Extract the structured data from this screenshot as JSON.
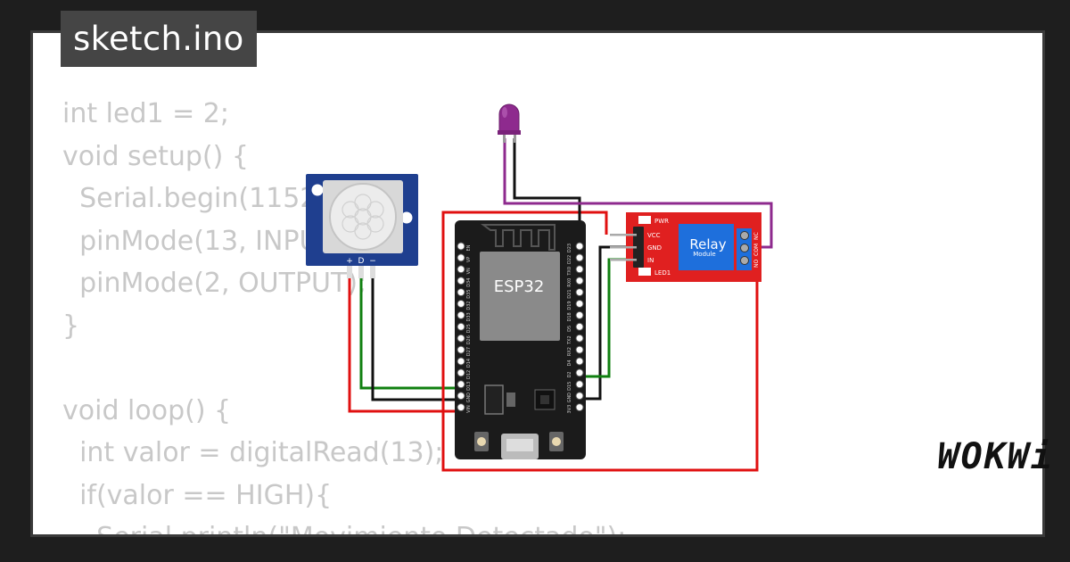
{
  "file_tab": {
    "label": "sketch.ino"
  },
  "code_lines": [
    "int led1 = 2;",
    "void setup() {",
    "  Serial.begin(1152",
    "  pinMode(13, INPU",
    "  pinMode(2, OUTPUT);",
    "}",
    "",
    "void loop() {",
    "  int valor = digitalRead(13);",
    "  if(valor == HIGH){",
    "    Serial.println(\"Movimiento Detectado\");"
  ],
  "components": {
    "pir": {
      "pins": [
        "+",
        "D",
        "−"
      ]
    },
    "esp32": {
      "label": "ESP32",
      "left_pins": [
        "EN",
        "VP",
        "VN",
        "D34",
        "D35",
        "D32",
        "D33",
        "D25",
        "D26",
        "D27",
        "D14",
        "D12",
        "D13",
        "GND",
        "VIN"
      ],
      "right_pins": [
        "D23",
        "D22",
        "TX0",
        "RX0",
        "D21",
        "D19",
        "D18",
        "D5",
        "TX2",
        "RX2",
        "D4",
        "D2",
        "D15",
        "GND",
        "3V3"
      ]
    },
    "relay": {
      "title": "Relay",
      "subtitle": "Module",
      "pins": [
        "VCC",
        "GND",
        "IN"
      ],
      "pwr_label": "PWR",
      "led_label": "LED1",
      "terminal_labels": [
        "NO",
        "COM",
        "NC"
      ]
    },
    "led": {
      "color": "#8e2a8e"
    }
  },
  "colors": {
    "background": "#1e1e1e",
    "card": "#ffffff",
    "code_text": "#c8c8c8",
    "pir_board": "#1f3f8f",
    "esp_board": "#1b1b1b",
    "relay_board": "#e02020",
    "relay_block": "#1e6fdc",
    "wire_red": "#e01010",
    "wire_black": "#111111",
    "wire_green": "#108010",
    "wire_purple": "#8e2a8e"
  },
  "brand": {
    "logo_text": "WOKWi"
  }
}
